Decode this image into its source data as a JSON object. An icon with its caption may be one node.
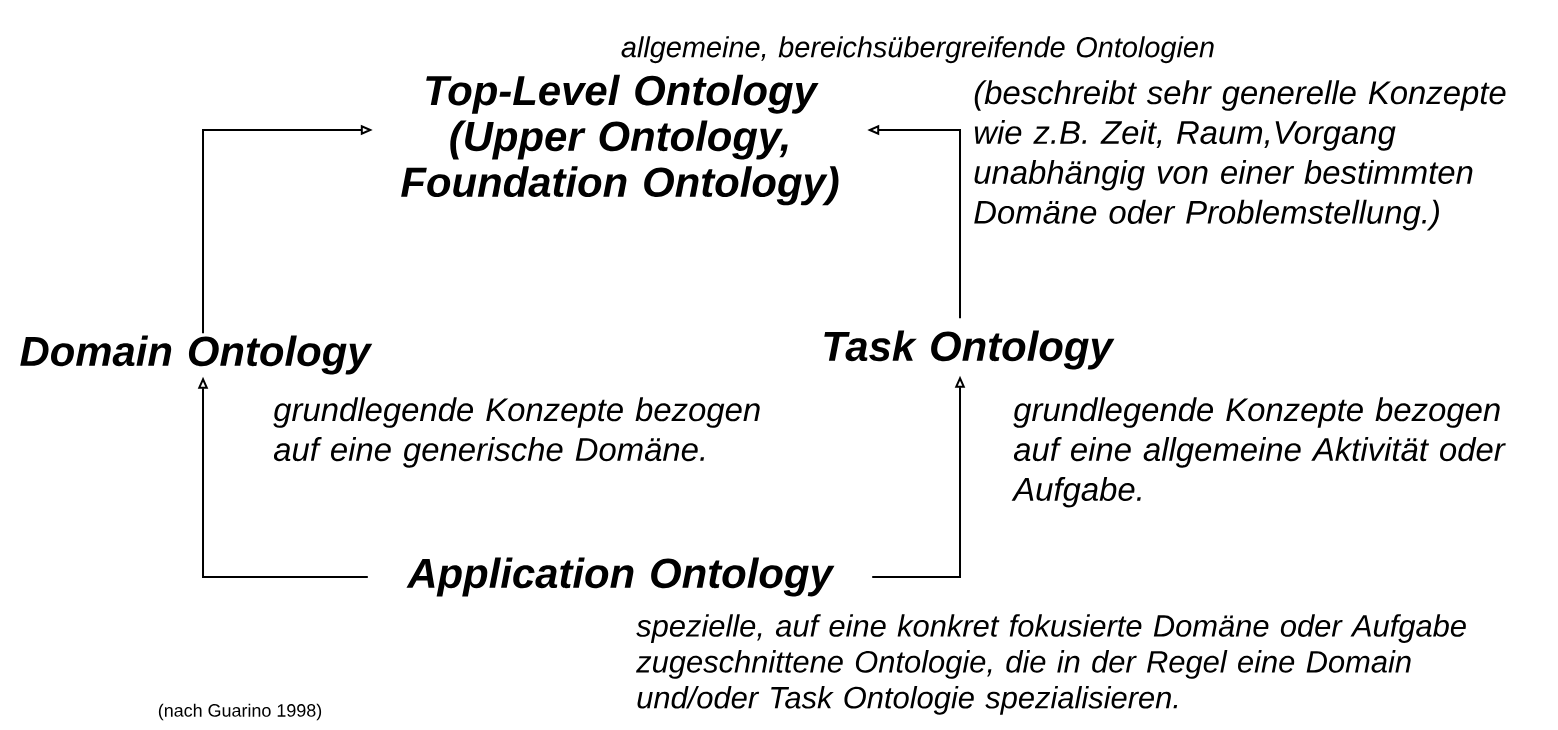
{
  "diagram": {
    "nodes": [
      {
        "text": [
          "Top-Level Ontology (Upper Ontology, Foundation Ontology)"
        ],
        "beside": [
          "allgemeine, bereichsübergreifende Ontologien",
          "(beschreibt sehr generelle Konzepte wie z.B. Zeit, Raum,Vorgang unabhängig von einer bestimmten Domäne oder Problemstellung.)"
        ]
      },
      {
        "text": [
          "Domain Ontology"
        ],
        "beside": [
          "grundlegende Konzepte bezogen auf eine generische Domäne."
        ]
      },
      {
        "text": [
          "Task Ontology"
        ],
        "beside": [
          "grundlegende Konzepte bezogen auf eine allgemeine Aktivität oder Aufgabe."
        ]
      },
      {
        "text": [
          "Application Ontology"
        ],
        "beside": [
          "spezielle, auf eine konkret fokusierte Domäne oder Aufgabe zugeschnittene Ontologie, die in der Regel eine Domain und/oder Task Ontologie spezialisieren."
        ]
      }
    ],
    "edges": [
      {
        "from": 1,
        "to": 0,
        "arrow": "to"
      },
      {
        "from": 2,
        "to": 0,
        "arrow": "to"
      },
      {
        "from": 3,
        "to": 1,
        "arrow": "to"
      },
      {
        "from": 3,
        "to": 2,
        "arrow": "to"
      }
    ],
    "labels": [
      "(nach Guarino 1998)"
    ]
  }
}
